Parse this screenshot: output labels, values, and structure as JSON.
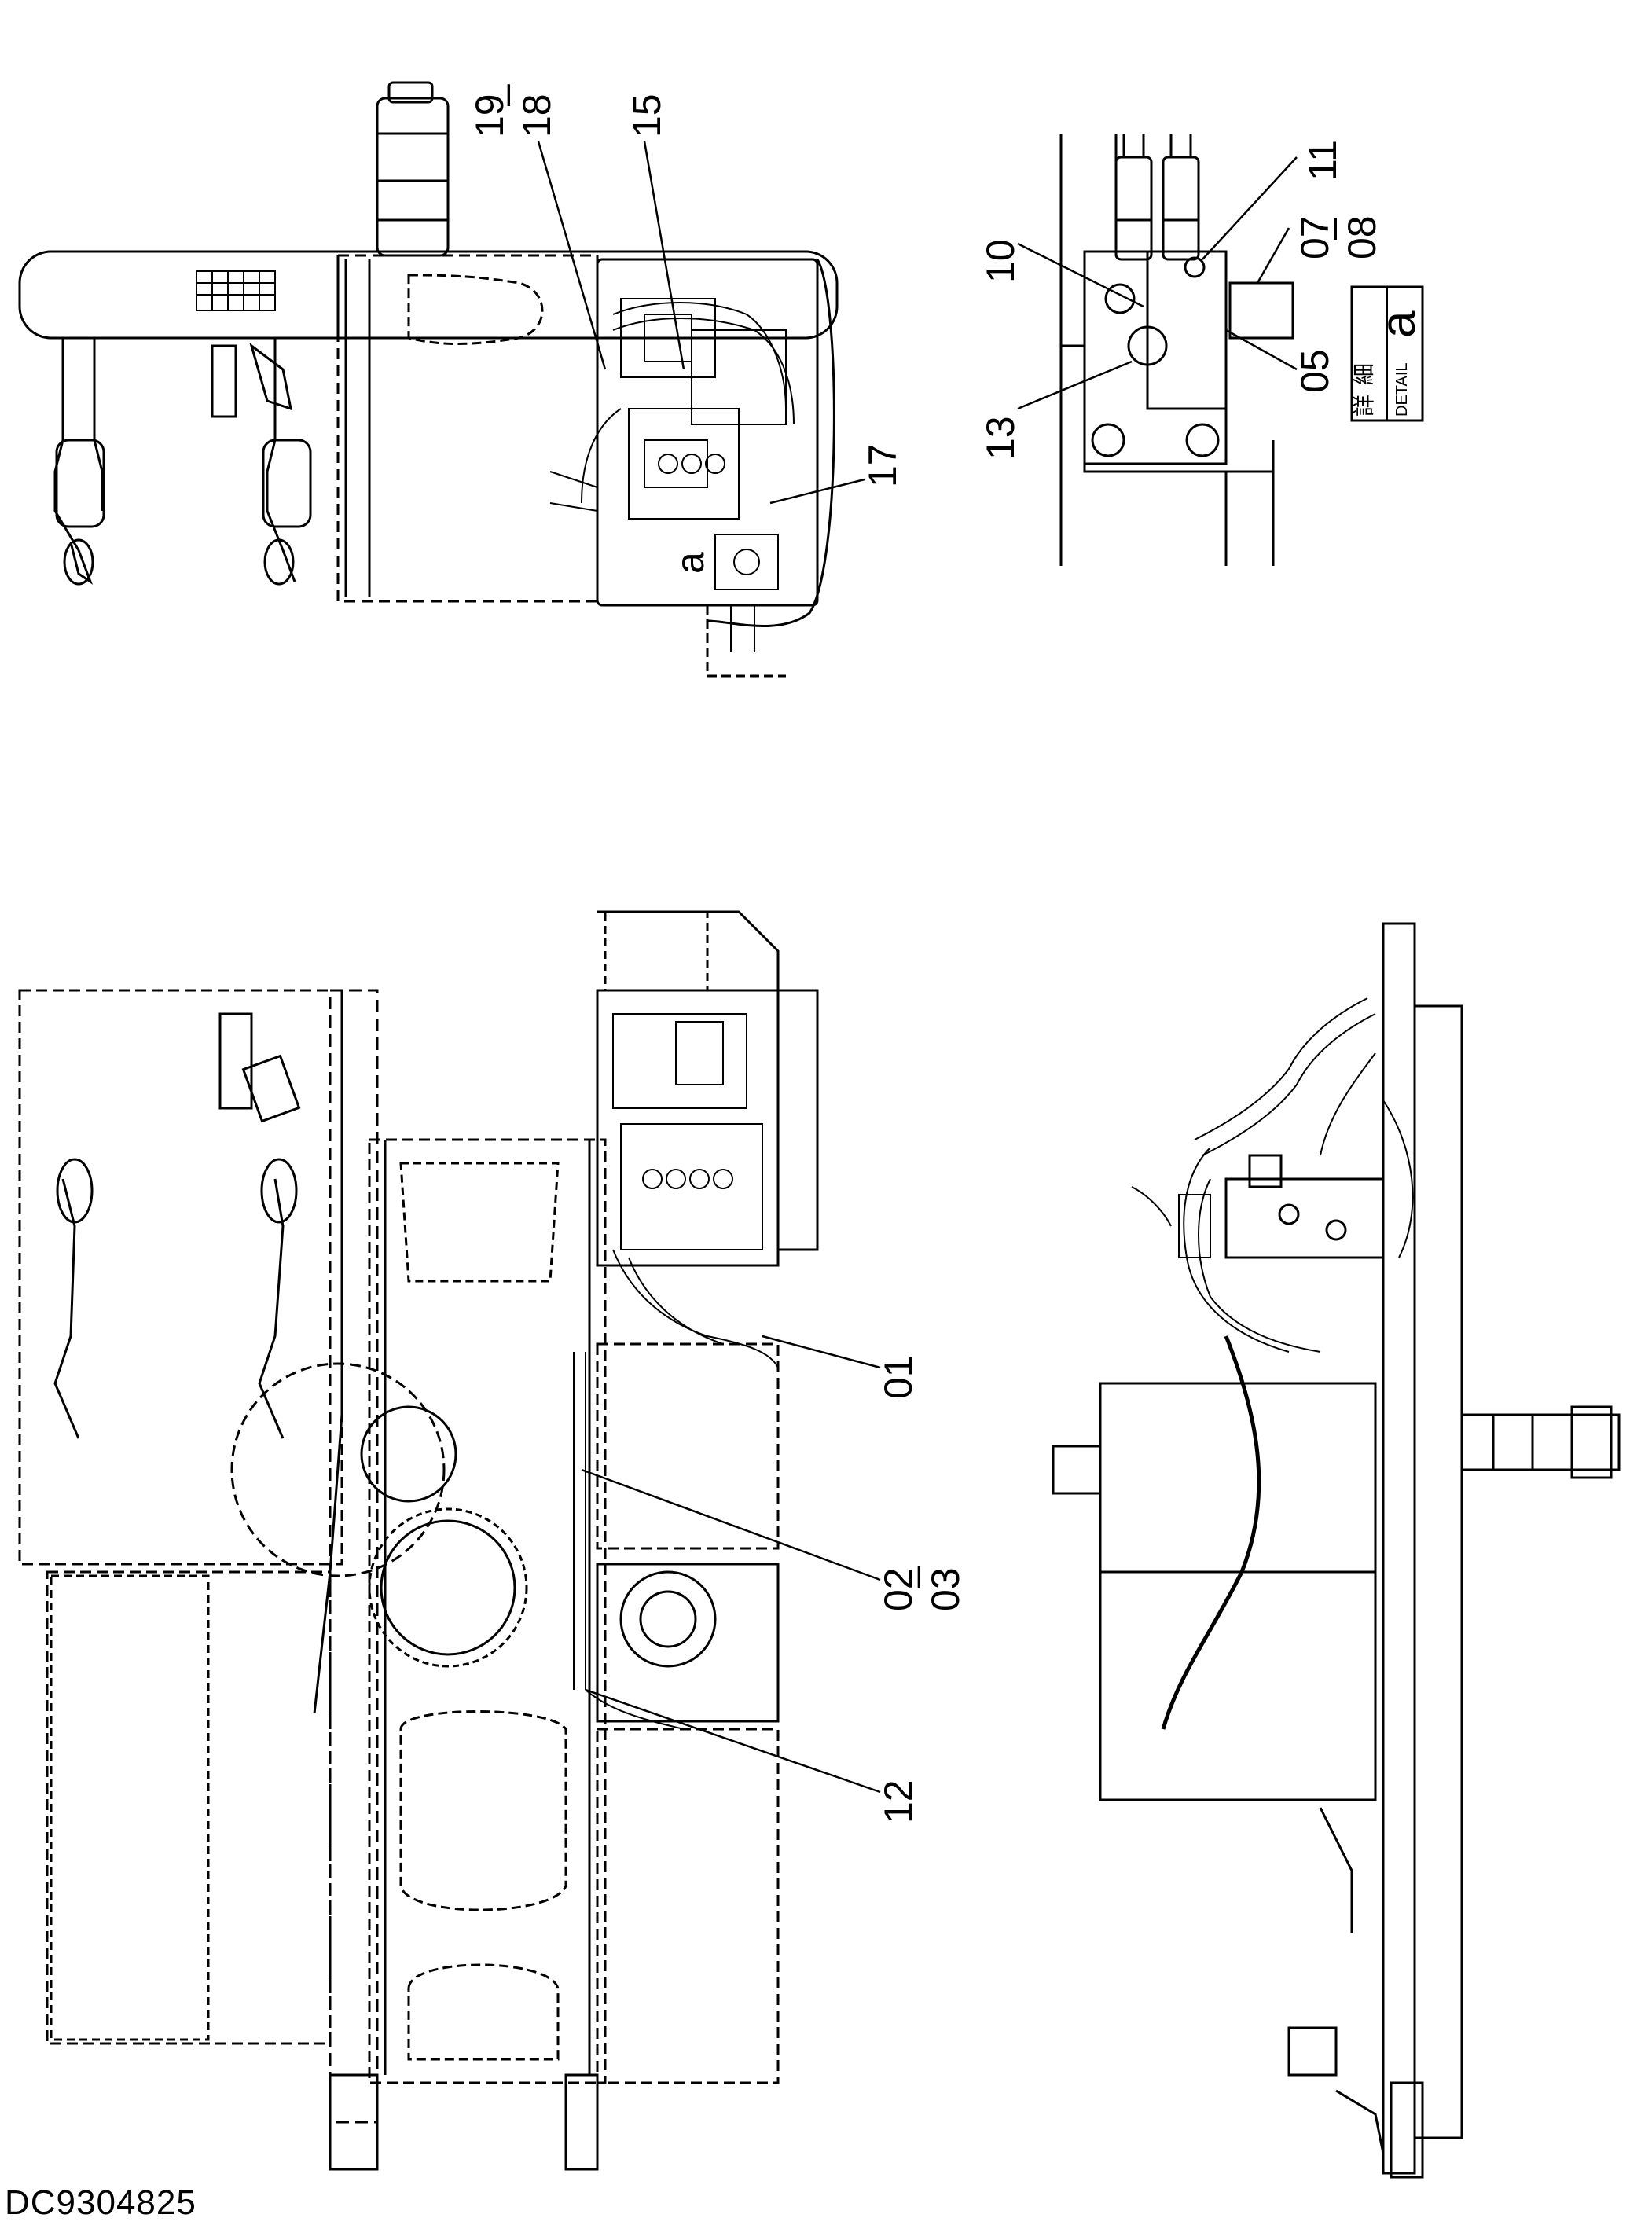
{
  "drawing_number": "DC9304825",
  "callouts": {
    "c01": "01",
    "c02": "02",
    "c03": "03",
    "c05": "05",
    "c07": "07",
    "c08": "08",
    "c10": "10",
    "c11": "11",
    "c12": "12",
    "c13": "13",
    "c15": "15",
    "c17": "17",
    "c18": "18",
    "c19": "19",
    "detail_ref": "a"
  },
  "detail_box": {
    "jp_label_1": "詳",
    "jp_label_2": "細",
    "en_label": "DETAIL",
    "letter": "a"
  },
  "dash": "–"
}
